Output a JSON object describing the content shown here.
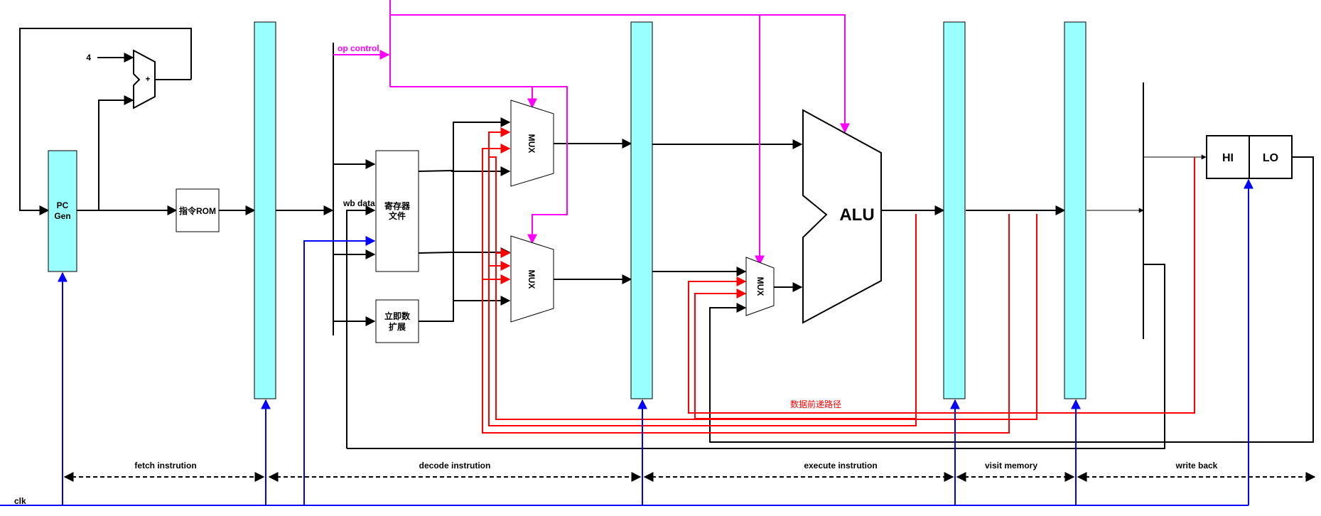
{
  "components": {
    "pc_gen": {
      "line1": "PC",
      "line2": "Gen"
    },
    "add_const": "4",
    "adder_sign": "+",
    "rom": "指令ROM",
    "regfile": {
      "line1": "寄存器",
      "line2": "文件"
    },
    "imm": {
      "line1": "立即数",
      "line2": "扩展"
    },
    "mux": "MUX",
    "alu": "ALU",
    "hi": "HI",
    "lo": "LO"
  },
  "labels": {
    "op_control": "op control",
    "wb_data": "wb data",
    "forwarding": "数据前递路径",
    "clk": "clk"
  },
  "stages": [
    {
      "name": "fetch instrution"
    },
    {
      "name": "decode instrution"
    },
    {
      "name": "execute instrution"
    },
    {
      "name": "visit memory"
    },
    {
      "name": "write back"
    }
  ],
  "colors": {
    "register": "#99FFFF",
    "control": "#FF00FF",
    "forward": "#FF0000",
    "clock": "#0000FF",
    "wire": "#000000"
  }
}
